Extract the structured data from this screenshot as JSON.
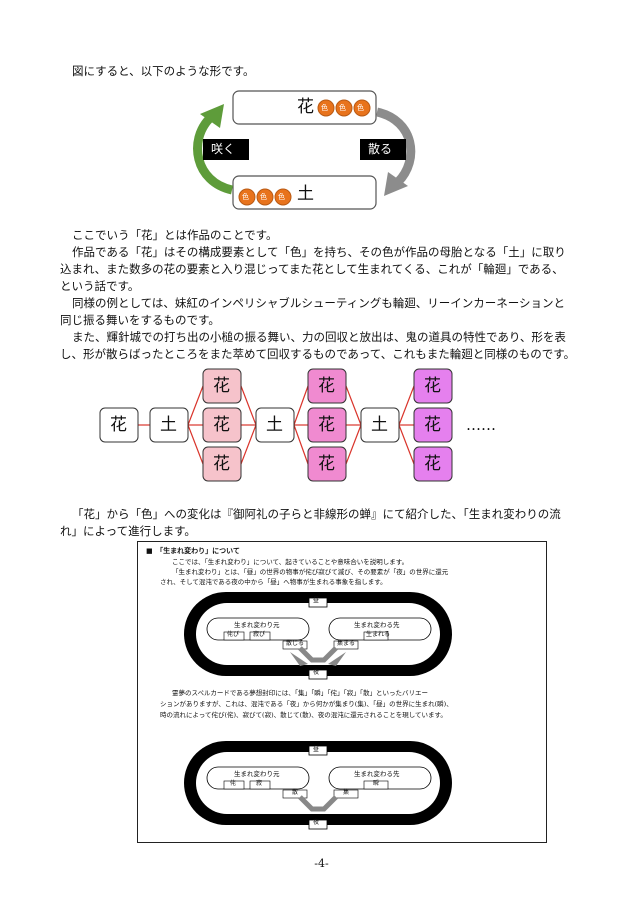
{
  "intro": "図にすると、以下のような形です。",
  "cycle": {
    "top_flower": "花",
    "bottom_earth": "土",
    "color_token": "色",
    "left_label": "咲く",
    "right_label": "散る"
  },
  "paragraphs": [
    "ここでいう「花」とは作品のことです。",
    "作品である「花」はその構成要素として「色」を持ち、その色が作品の母胎となる「土」に取り",
    "込まれ、また数多の花の要素と入り混じってまた花として生まれてくる、これが「輪廻」である、",
    "という話です。",
    "同様の例としては、妹紅のインペリシャブルシューティングも輪廻、リーインカーネーションと",
    "同じ振る舞いをするものです。",
    "また、輝針城での打ち出の小槌の振る舞い、力の回収と放出は、鬼の道具の特性であり、形を表",
    "し、形が散らばったところをまた萃めて回収するものであって、これもまた輪廻と同様のものです。"
  ],
  "flow": {
    "flower": "花",
    "earth": "土",
    "ellipsis": "……"
  },
  "para2": [
    "「花」から「色」への変化は『御阿礼の子らと非線形の蝉』にて紹介した、「生まれ変わりの流",
    "れ」によって進行します。"
  ],
  "figure": {
    "heading": "■　「生まれ変わり」について",
    "desc": [
      "ここでは、「生まれ変わり」について、起きていることや意味合いを説明します。",
      "「生まれ変わり」とは、「昼」の世界の物事が侘び寂びて滅び、その要素が「夜」の世界に還元",
      "され、そして混沌である夜の中から「昼」へ物事が生まれる事象を指します。"
    ],
    "diagram1": {
      "day": "昼",
      "night": "夜",
      "left_title": "生まれ変わり元",
      "right_title": "生まれ変わる先",
      "left_items": [
        "侘び",
        "寂び"
      ],
      "scatter": "散じる",
      "gather": "集まる",
      "born": "生まれる"
    },
    "desc2": [
      "霊夢のスペルカードである夢想封印には、「集」「瞬」「侘」「寂」「散」といったバリエー",
      "ションがありますが、これは、混沌である「夜」から何かが集まり(集)、「昼」の世界に生まれ(瞬)、",
      "時の流れによって侘び(侘)、寂びて(寂)、散じて(散)、夜の混沌に還元されることを現しています。"
    ],
    "diagram2": {
      "day": "昼",
      "night": "夜",
      "left_title": "生まれ変わり元",
      "right_title": "生まれ変わる先",
      "left_items": [
        "侘",
        "寂"
      ],
      "scatter": "散",
      "gather": "集",
      "born": "瞬"
    }
  },
  "page_number": "-4-",
  "colors": {
    "orange": "#e8731c",
    "green_arrow": "#5e9c3a",
    "gray_arrow": "#8c8c8c",
    "pink1": "#f6c3cb",
    "pink2": "#f08ad0",
    "pink3": "#e580ee",
    "red_arrow": "#d9342b"
  }
}
